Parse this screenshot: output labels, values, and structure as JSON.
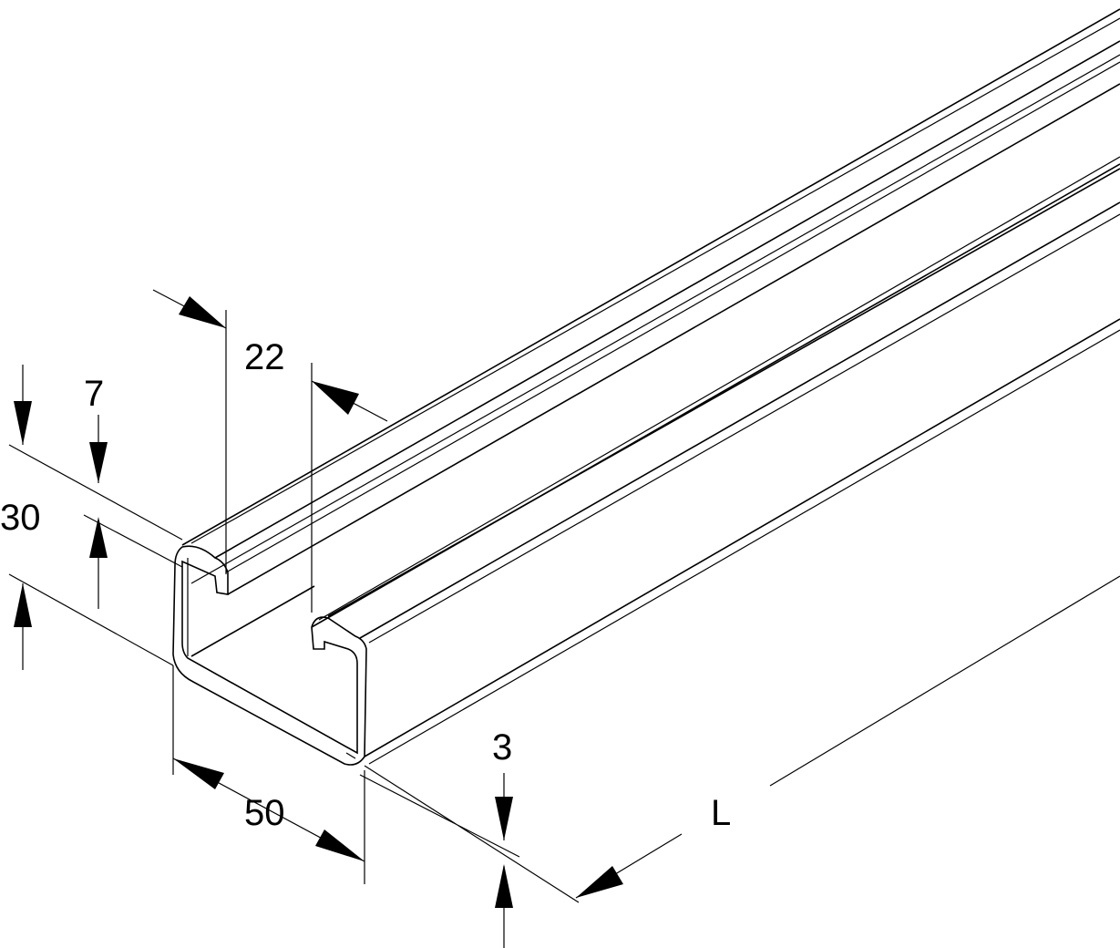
{
  "dimensions": {
    "slot_width": "22",
    "lip_height": "7",
    "height": "30",
    "width": "50",
    "thickness": "3",
    "length": "L"
  }
}
